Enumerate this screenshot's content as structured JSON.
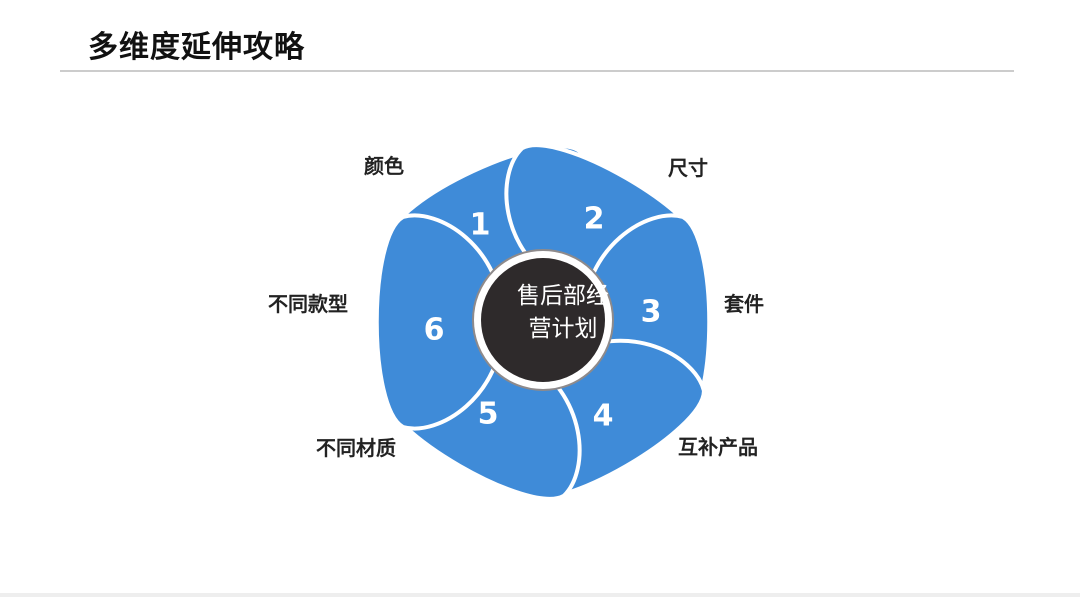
{
  "title": "多维度延伸攻略",
  "colors": {
    "petal_light": "#3F8BD8",
    "petal_dark": "#0B4A93",
    "petal_edge": "#ffffff",
    "center_fill": "#2E2A2B",
    "center_ring": "#ffffff",
    "center_outline": "#8E8A8B"
  },
  "center": {
    "line1": "售后部经",
    "line2": "营计划"
  },
  "petals": [
    {
      "number": "1",
      "label": "颜色"
    },
    {
      "number": "2",
      "label": "尺寸"
    },
    {
      "number": "3",
      "label": "套件"
    },
    {
      "number": "4",
      "label": "互补产品"
    },
    {
      "number": "5",
      "label": "不同材质"
    },
    {
      "number": "6",
      "label": "不同款型"
    }
  ]
}
